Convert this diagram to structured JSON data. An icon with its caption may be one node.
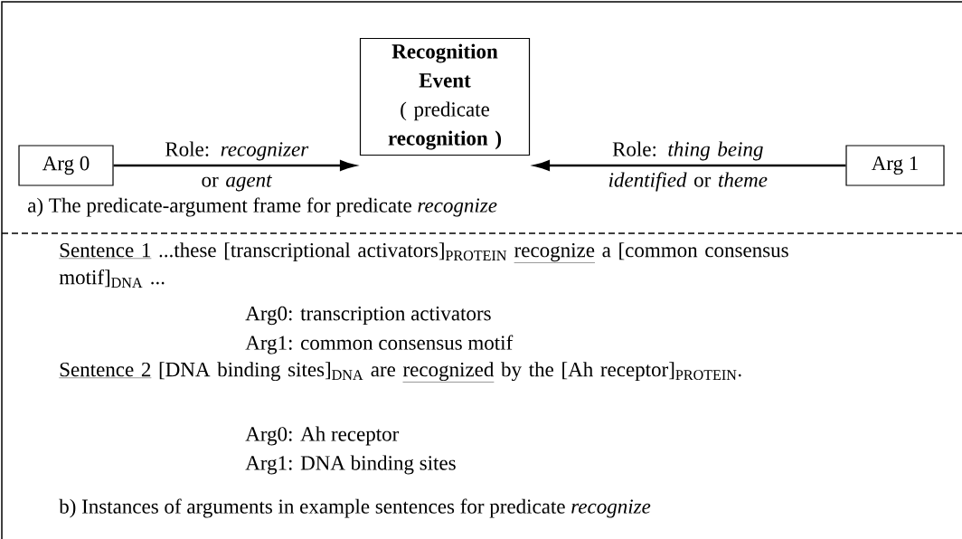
{
  "diagram": {
    "nodes": [
      {
        "text": [
          "Arg 0"
        ]
      },
      {
        "text": [
          "Recognition Event",
          "( predicate **recognition )**"
        ]
      },
      {
        "text": [
          "Arg 1"
        ]
      }
    ],
    "edges": [
      {
        "from": 0,
        "to": 1,
        "arrow": "to",
        "label": "Role: *recognizer* or *agent*"
      },
      {
        "from": 2,
        "to": 1,
        "arrow": "to",
        "label": "Role: *thing being identified* or *theme*"
      }
    ],
    "labels": [
      "a) The predicate-argument frame for predicate *recognize*",
      "Sentence 1",
      "...these [transcriptional activators]$_{PROTEIN}$",
      "recognize",
      "a [common consensus motif]$_{DNA}$ ...",
      "Arg0: transcription activators",
      "Arg1: common consensus motif",
      "Sentence 2",
      "[DNA binding sites]$_{DNA}$ are",
      "recognized",
      "by the [Ah receptor]$_{PROTEIN}$.",
      "Arg0: Ah receptor",
      "Arg1: DNA binding sites",
      "b) Instances of arguments in example sentences for predicate *recognize*"
    ]
  }
}
